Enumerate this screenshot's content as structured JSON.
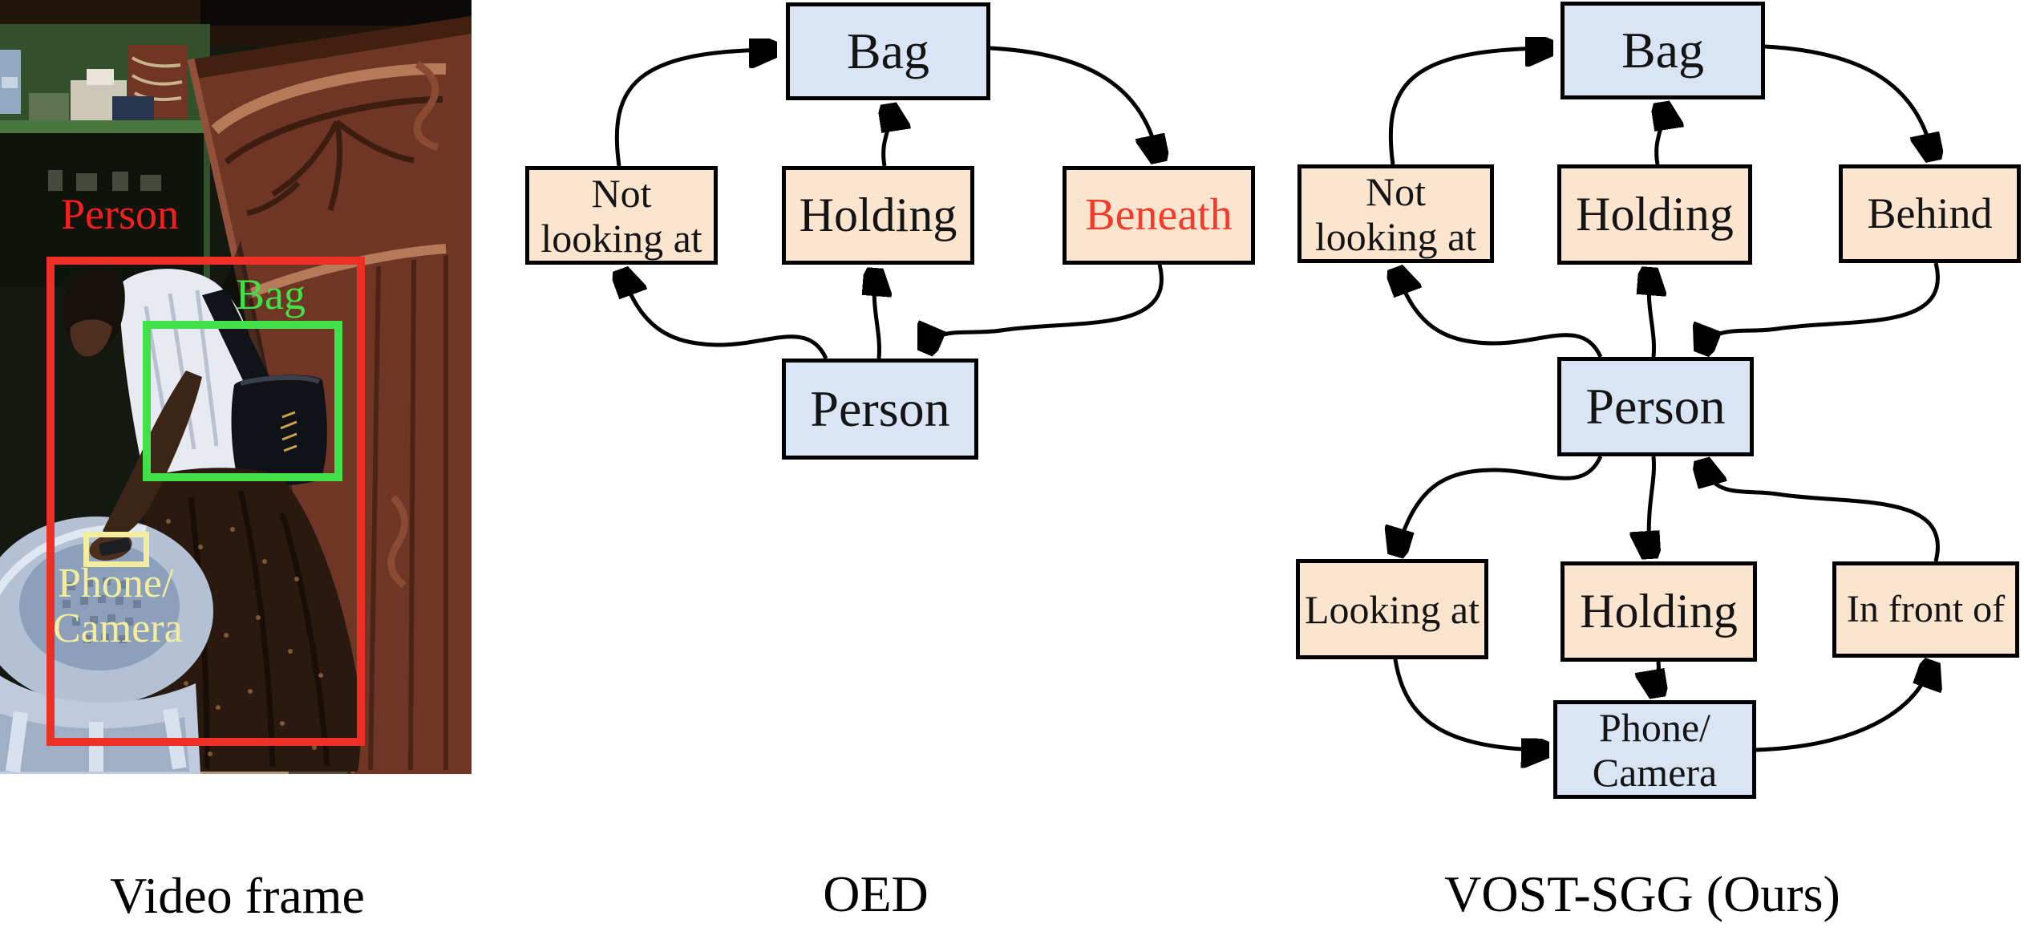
{
  "figure_title": "Scene graph comparison figure",
  "video_frame": {
    "caption": "Video frame",
    "labels": {
      "person": "Person",
      "bag": "Bag",
      "phone_line1": "Phone/",
      "phone_line2": "Camera"
    },
    "bbox_colors": {
      "person": "#ee2f26",
      "bag": "#41e14a",
      "phone": "#f2ee9d"
    }
  },
  "oed": {
    "caption": "OED",
    "nodes": {
      "bag": {
        "label": "Bag",
        "type": "entity"
      },
      "not_looking_at": {
        "lines": [
          "Not",
          "looking at"
        ],
        "type": "relation"
      },
      "holding": {
        "label": "Holding",
        "type": "relation"
      },
      "beneath": {
        "label": "Beneath",
        "type": "relation",
        "text_color": "#f43b2b",
        "highlighted_incorrect": true
      },
      "person": {
        "label": "Person",
        "type": "entity"
      }
    },
    "edges": [
      {
        "from": "not_looking_at",
        "to": "bag"
      },
      {
        "from": "holding",
        "to": "bag"
      },
      {
        "from": "bag",
        "to": "beneath"
      },
      {
        "from": "person",
        "to": "not_looking_at"
      },
      {
        "from": "person",
        "to": "holding"
      },
      {
        "from": "beneath",
        "to": "person"
      }
    ]
  },
  "vost_sgg": {
    "caption": "VOST-SGG (Ours)",
    "nodes": {
      "bag": {
        "label": "Bag",
        "type": "entity"
      },
      "not_looking_at": {
        "lines": [
          "Not",
          "looking at"
        ],
        "type": "relation"
      },
      "holding_top": {
        "label": "Holding",
        "type": "relation"
      },
      "behind": {
        "label": "Behind",
        "type": "relation"
      },
      "person": {
        "label": "Person",
        "type": "entity"
      },
      "looking_at": {
        "label": "Looking at",
        "type": "relation"
      },
      "holding_bottom": {
        "label": "Holding",
        "type": "relation"
      },
      "in_front_of": {
        "label": "In front of",
        "type": "relation"
      },
      "phone_camera": {
        "lines": [
          "Phone/",
          "Camera"
        ],
        "type": "entity"
      }
    },
    "edges": [
      {
        "from": "not_looking_at",
        "to": "bag"
      },
      {
        "from": "holding_top",
        "to": "bag"
      },
      {
        "from": "bag",
        "to": "behind"
      },
      {
        "from": "person",
        "to": "not_looking_at"
      },
      {
        "from": "person",
        "to": "holding_top"
      },
      {
        "from": "behind",
        "to": "person"
      },
      {
        "from": "person",
        "to": "looking_at"
      },
      {
        "from": "person",
        "to": "holding_bottom"
      },
      {
        "from": "holding_bottom",
        "to": "phone_camera"
      },
      {
        "from": "looking_at",
        "to": "phone_camera"
      },
      {
        "from": "phone_camera",
        "to": "in_front_of"
      },
      {
        "from": "in_front_of",
        "to": "person"
      }
    ]
  },
  "style_colors": {
    "entity_fill": "#d9e5f5",
    "relation_fill": "#fce5cf",
    "node_border": "#000000",
    "arrow": "#000000",
    "highlight_text": "#f43b2b",
    "caption_text": "#000000"
  }
}
